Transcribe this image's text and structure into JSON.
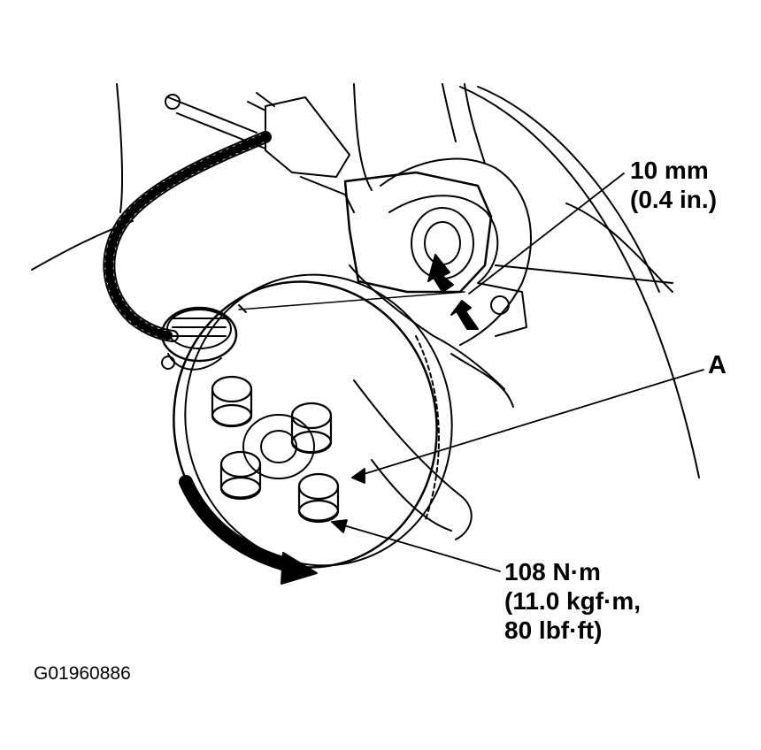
{
  "figure": {
    "id_code": "G01960886",
    "labels": {
      "clearance_line1": "10 mm",
      "clearance_line2": "(0.4 in.)",
      "callout_a": "A",
      "torque_line1": "108 N·m",
      "torque_line2": "(11.0 kgf·m,",
      "torque_line3": "80 lbf·ft)"
    }
  },
  "colors": {
    "ink": "#000000",
    "paper": "#ffffff"
  }
}
